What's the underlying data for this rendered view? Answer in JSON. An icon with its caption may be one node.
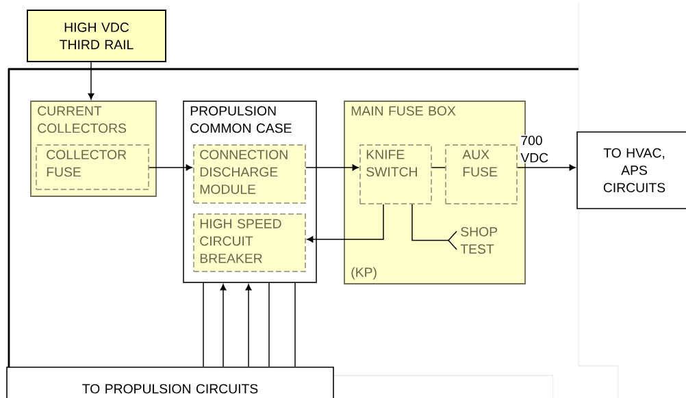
{
  "diagram": {
    "nodes": [
      {
        "text": [
          "HIGH VDC THIRD RAIL"
        ]
      },
      {
        "text": [
          "CURRENT COLLECTORS"
        ]
      },
      {
        "text": [
          "COLLECTOR FUSE"
        ],
        "in": 1
      },
      {
        "text": [
          "PROPULSION COMMON CASE"
        ]
      },
      {
        "text": [
          "CONNECTION DISCHARGE MODULE"
        ],
        "in": 3
      },
      {
        "text": [
          "HIGH SPEED CIRCUIT BREAKER"
        ],
        "in": 3
      },
      {
        "text": [
          "MAIN FUSE BOX",
          "(KP)"
        ]
      },
      {
        "text": [
          "KNIFE SWITCH"
        ],
        "in": 6
      },
      {
        "text": [
          "AUX FUSE"
        ],
        "in": 6
      },
      {
        "text": [
          "SHOP TEST"
        ],
        "in": 6
      },
      {
        "text": [
          "TO HVAC, APS CIRCUITS"
        ]
      },
      {
        "text": [
          "TO PROPULSION CIRCUITS"
        ]
      }
    ],
    "edges": [
      {
        "from": 0,
        "to": 1,
        "arrow": "to"
      },
      {
        "from": 2,
        "to": 4,
        "arrow": "to"
      },
      {
        "from": 4,
        "to": 7,
        "arrow": "to"
      },
      {
        "from": 7,
        "to": 8,
        "arrow": "none"
      },
      {
        "from": 8,
        "to": 10,
        "arrow": "to",
        "label": "700 VDC"
      },
      {
        "from": 7,
        "to": 5,
        "arrow": "to"
      },
      {
        "from": 7,
        "to": 9,
        "arrow": "other"
      },
      {
        "from": 11,
        "to": 3,
        "arrow": "none"
      },
      {
        "from": 11,
        "to": 3,
        "arrow": "to"
      },
      {
        "from": 11,
        "to": 3,
        "arrow": "to"
      },
      {
        "from": 11,
        "to": 3,
        "arrow": "none"
      },
      {
        "from": 11,
        "to": 3,
        "arrow": "none"
      }
    ]
  }
}
